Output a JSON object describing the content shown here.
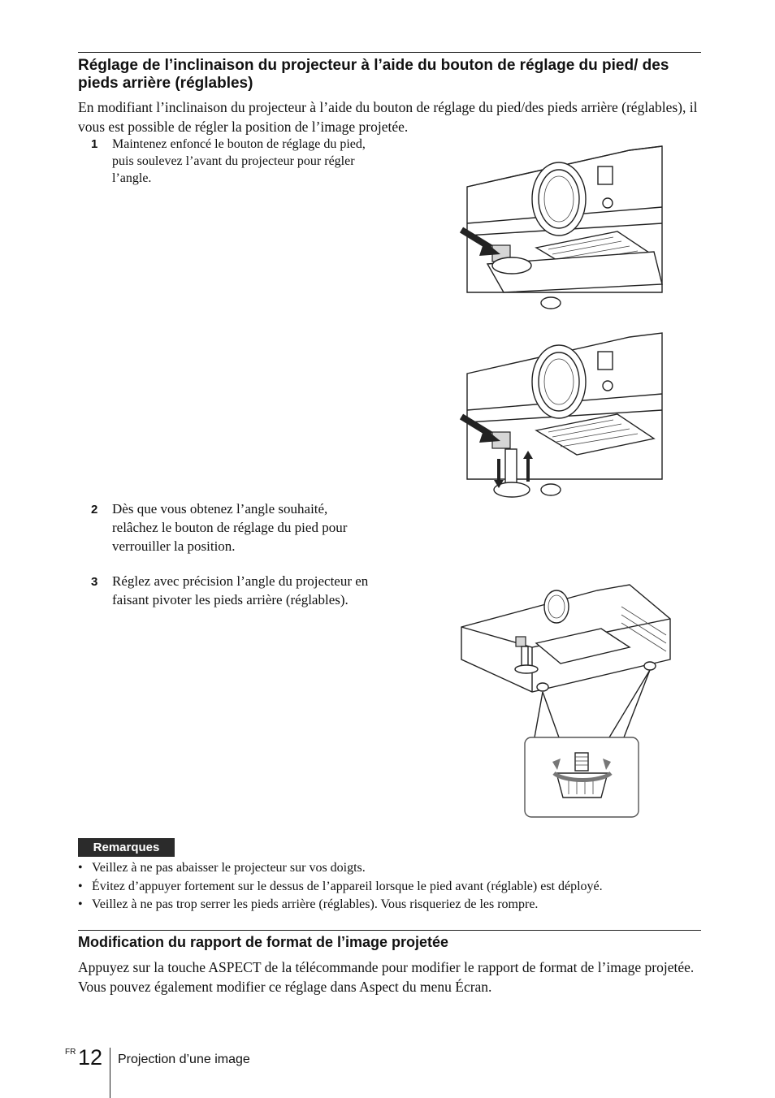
{
  "section1": {
    "title": "Réglage de l’inclinaison du projecteur à l’aide du bouton de réglage du pied/ des pieds arrière (réglables)",
    "intro": "En modifiant l’inclinaison du projecteur à l’aide du bouton de réglage du pied/des pieds arrière (réglables), il vous est possible de régler la position de l’image projetée.",
    "steps": [
      {
        "num": "1",
        "text": "Maintenez enfoncé le bouton de réglage du pied, puis soulevez l’avant du projecteur pour régler l’angle."
      },
      {
        "num": "2",
        "text": "Dès que vous obtenez l’angle souhaité, relâchez le bouton de réglage du pied pour verrouiller la position."
      },
      {
        "num": "3",
        "text": "Réglez avec précision l’angle du projecteur en faisant pivoter les pieds arrière (réglables)."
      }
    ]
  },
  "remarks": {
    "badge": "Remarques",
    "items": [
      "Veillez à ne pas abaisser le projecteur sur vos doigts.",
      "Évitez d’appuyer fortement sur le dessus de l’appareil lorsque le pied avant (réglable) est déployé.",
      "Veillez à ne pas trop serrer les pieds arrière (réglables). Vous risqueriez de les rompre."
    ]
  },
  "section2": {
    "title": "Modification du rapport de format de l’image projetée",
    "body": "Appuyez sur la touche ASPECT de la télécommande pour modifier le rapport de format de l’image projetée. Vous pouvez également modifier ce réglage dans Aspect du menu Écran."
  },
  "footer": {
    "lang": "FR",
    "page": "12",
    "section": "Projection d’une image"
  }
}
